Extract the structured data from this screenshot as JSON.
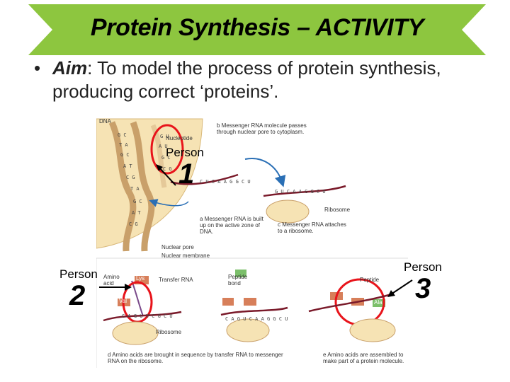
{
  "title": "Protein Synthesis – ACTIVITY",
  "aim": {
    "bullet": "•",
    "label": "Aim",
    "text": ": To model the process of protein synthesis, producing correct ‘proteins’."
  },
  "persons": [
    {
      "word": "Person",
      "number": "1"
    },
    {
      "word": "Person",
      "number": "2"
    },
    {
      "word": "Person",
      "number": "3"
    }
  ],
  "figure": {
    "dna": "DNA",
    "nucleotide": "Nucleotide",
    "b_caption": "b  Messenger RNA molecule passes through nuclear pore to cytoplasm.",
    "a_caption": "a  Messenger RNA is built up on the active zone of DNA.",
    "c_caption": "c  Messenger RNA attaches to a ribosome.",
    "ribosome": "Ribosome",
    "nuclear_pore": "Nuclear pore",
    "nuclear_membrane": "Nuclear membrane",
    "amino_acid": "Amino acid",
    "transfer_rna": "Transfer RNA",
    "peptide_bond": "Peptide bond",
    "peptide": "Peptide",
    "ribosome_d": "Ribosome",
    "d_caption": "d  Amino acids are brought in sequence by transfer RNA to messenger RNA on the ribosome.",
    "e_caption": "e  Amino acids are assembled to make part of a protein molecule.",
    "mrna_seq": "GUCAAGGCU",
    "aa": [
      "Lys",
      "Val",
      "Ala"
    ]
  },
  "colors": {
    "banner": "#8dc63f",
    "highlight": "#e8141b",
    "nucleus": "#f6e3b4",
    "codon": "#d77f5a"
  }
}
